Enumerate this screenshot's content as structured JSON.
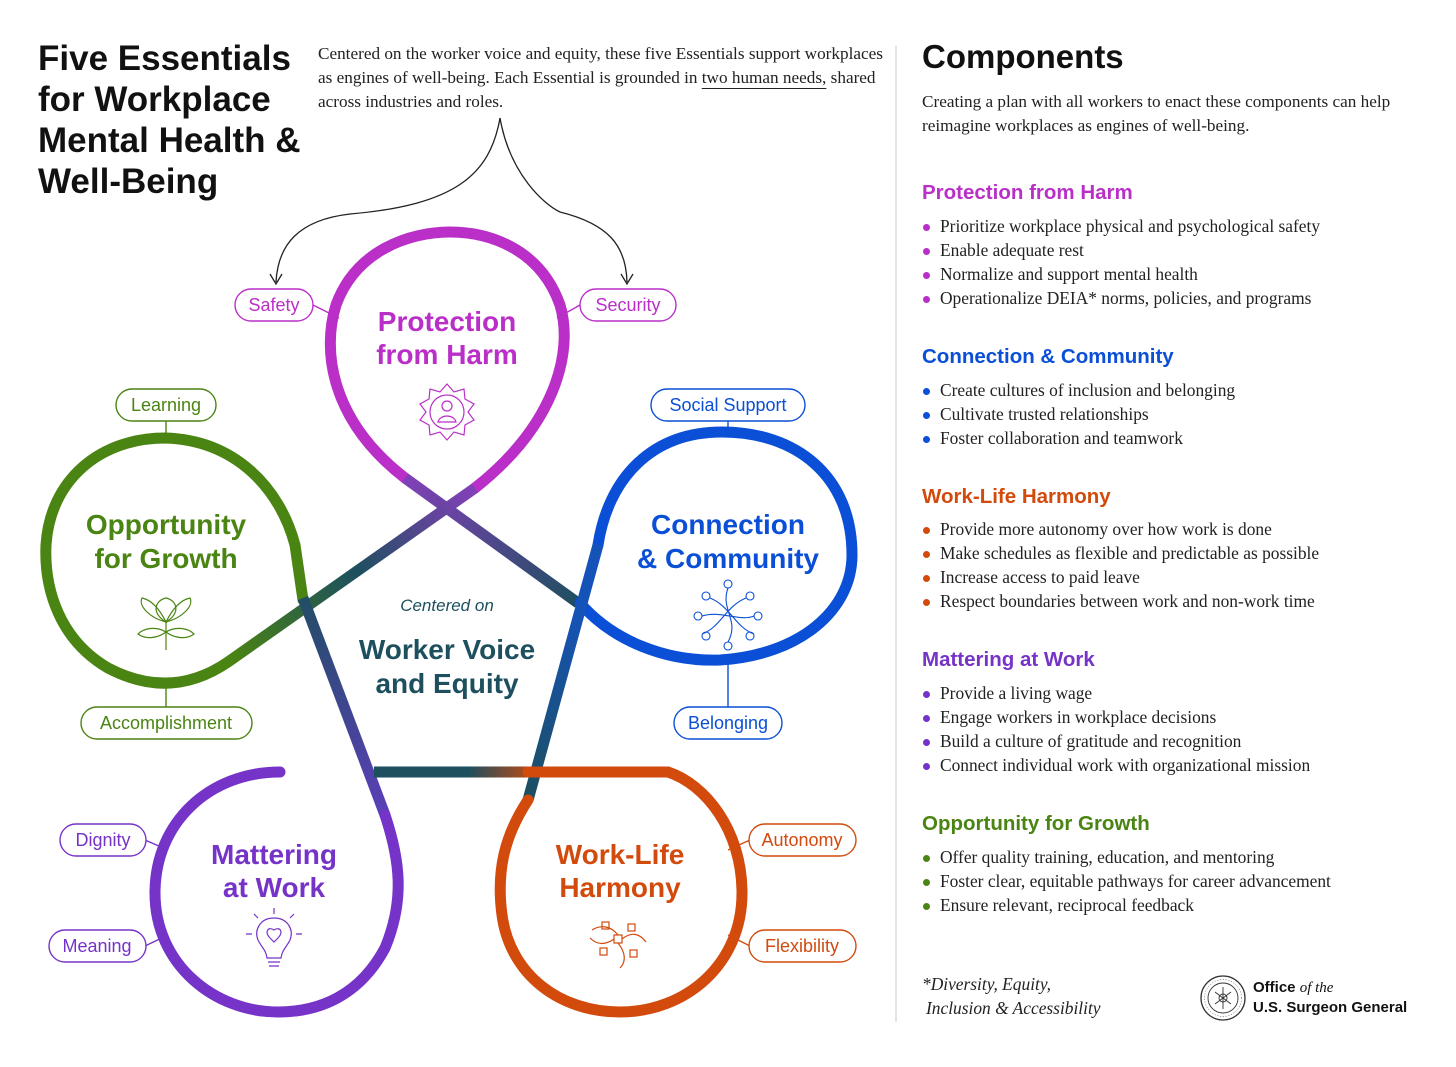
{
  "title": "Five Essentials for Workplace Mental Health & Well-Being",
  "intro": {
    "before": "Centered on the worker voice and equity, these five Essentials support workplaces as engines of well-being. Each Essential is grounded in ",
    "underlined": "two human needs,",
    "after": " shared across industries and roles."
  },
  "center": {
    "kicker": "Centered on",
    "line1": "Worker Voice",
    "line2": "and Equity"
  },
  "essentials": {
    "protection": {
      "line1": "Protection",
      "line2": "from Harm",
      "needs": [
        "Safety",
        "Security"
      ],
      "color": "#b92fc7",
      "icon": "person-badge-icon"
    },
    "connection": {
      "line1": "Connection",
      "line2": "& Community",
      "needs": [
        "Social Support",
        "Belonging"
      ],
      "color": "#0a4fd6",
      "icon": "network-icon"
    },
    "worklife": {
      "line1": "Work-Life",
      "line2": "Harmony",
      "needs": [
        "Autonomy",
        "Flexibility"
      ],
      "color": "#d24a0c",
      "icon": "pinwheel-icon"
    },
    "mattering": {
      "line1": "Mattering",
      "line2": "at Work",
      "needs": [
        "Dignity",
        "Meaning"
      ],
      "color": "#7633c8",
      "icon": "lightbulb-icon"
    },
    "growth": {
      "line1": "Opportunity",
      "line2": "for Growth",
      "needs": [
        "Learning",
        "Accomplishment"
      ],
      "color": "#4a8412",
      "icon": "sprout-icon"
    }
  },
  "components": {
    "title": "Components",
    "intro": "Creating a plan with all workers to enact these components can help reimagine workplaces as engines of well-being.",
    "sections": [
      {
        "heading": "Protection from Harm",
        "color": "#b92fc7",
        "items": [
          "Prioritize workplace physical and psychological safety",
          "Enable adequate rest",
          "Normalize and support mental health",
          "Operationalize DEIA* norms, policies, and programs"
        ]
      },
      {
        "heading": "Connection & Community",
        "color": "#0a4fd6",
        "items": [
          "Create cultures of inclusion and belonging",
          "Cultivate trusted relationships",
          "Foster collaboration and teamwork"
        ]
      },
      {
        "heading": "Work-Life Harmony",
        "color": "#d24a0c",
        "items": [
          "Provide more autonomy over how work is done",
          "Make schedules as flexible and predictable as possible",
          "Increase access to paid leave",
          "Respect boundaries between work and non-work time"
        ]
      },
      {
        "heading": "Mattering at Work",
        "color": "#7633c8",
        "items": [
          "Provide a living wage",
          "Engage workers in workplace decisions",
          "Build a culture of gratitude and recognition",
          "Connect individual work with organizational mission"
        ]
      },
      {
        "heading": "Opportunity for Growth",
        "color": "#4a8412",
        "items": [
          "Offer quality training, education, and mentoring",
          "Foster clear, equitable pathways for career advancement",
          "Ensure relevant, reciprocal feedback"
        ]
      }
    ]
  },
  "footnote": {
    "line1": "*Diversity, Equity,",
    "line2": "Inclusion & Accessibility"
  },
  "office": {
    "line1_a": "Office",
    "line1_b": "of the",
    "line2": "U.S. Surgeon General"
  },
  "center_color": "#1d4f5e"
}
